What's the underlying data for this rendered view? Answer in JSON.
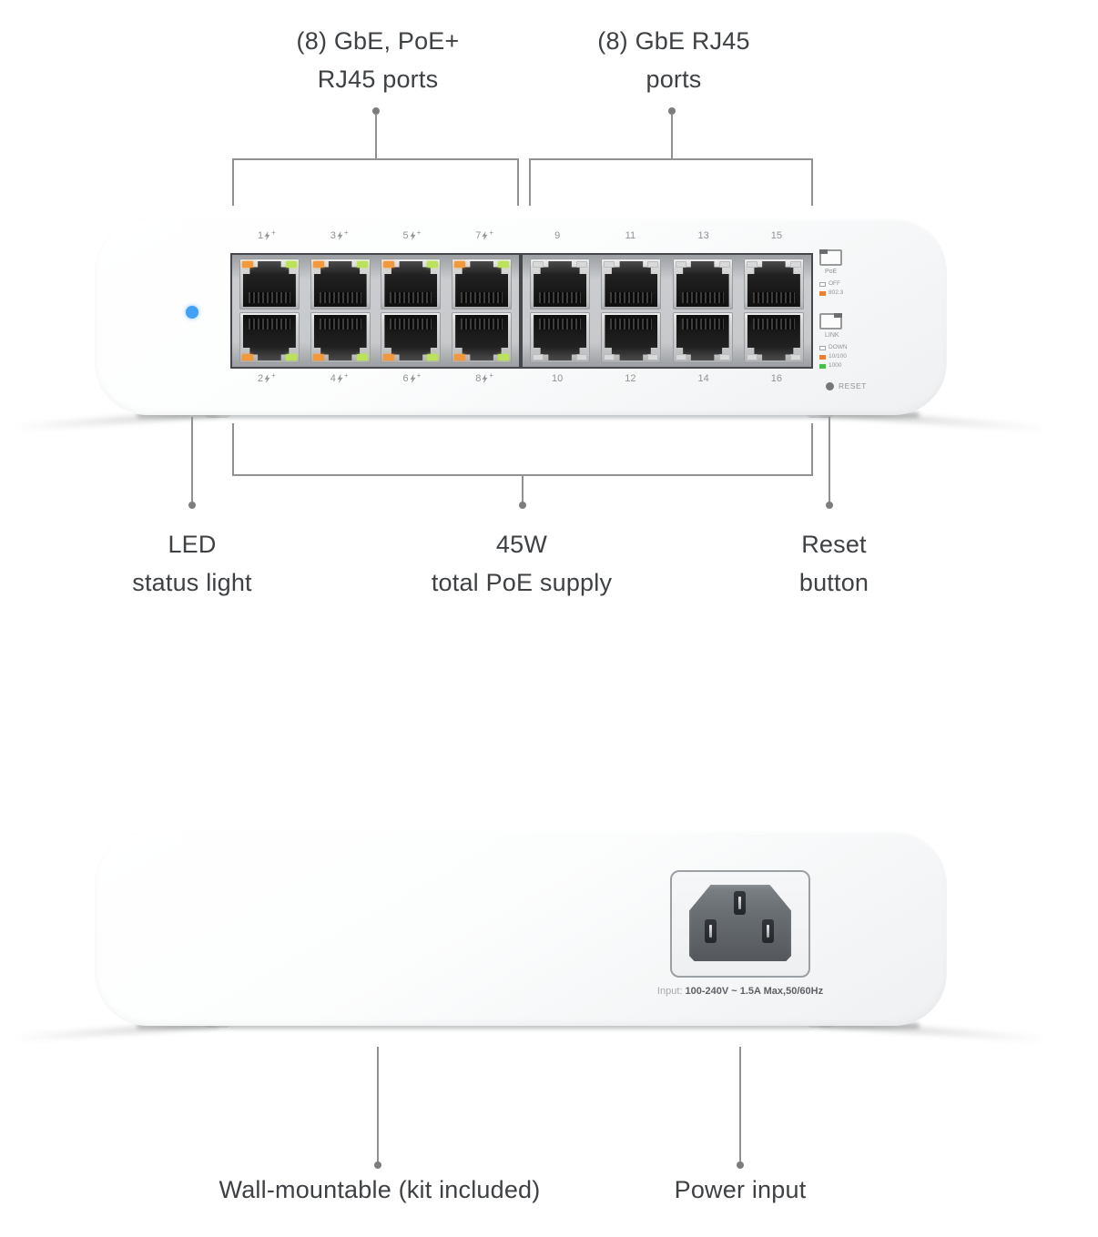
{
  "callouts": {
    "poe_ports": {
      "line1": "(8) GbE, PoE+",
      "line2": "RJ45 ports"
    },
    "gbe_ports": {
      "line1": "(8) GbE RJ45",
      "line2": "ports"
    },
    "led": {
      "line1": "LED",
      "line2": "status light"
    },
    "poe_supply": {
      "line1": "45W",
      "line2": "total PoE supply"
    },
    "reset": {
      "line1": "Reset",
      "line2": "button"
    },
    "wall_mount": {
      "label": "Wall-mountable (kit included)"
    },
    "power_input": {
      "label": "Power input"
    }
  },
  "front": {
    "groups": [
      {
        "poe": true,
        "top_ports": [
          "1",
          "3",
          "5",
          "7"
        ],
        "bottom_ports": [
          "2",
          "4",
          "6",
          "8"
        ]
      },
      {
        "poe": false,
        "top_ports": [
          "9",
          "11",
          "13",
          "15"
        ],
        "bottom_ports": [
          "10",
          "12",
          "14",
          "16"
        ]
      }
    ],
    "legend": {
      "poe": {
        "title": "PoE",
        "items": [
          {
            "label": "OFF"
          },
          {
            "label": "802.3"
          }
        ]
      },
      "link": {
        "title": "LINK",
        "items": [
          {
            "label": "DOWN"
          },
          {
            "label": "10/100"
          },
          {
            "label": "1000"
          }
        ]
      },
      "reset_label": "RESET"
    }
  },
  "back": {
    "power_label_prefix": "Input:",
    "power_label_value": "100-240V ~ 1.5A Max,50/60Hz"
  },
  "colors": {
    "status_led_blue": "#42a0f5",
    "poe_led_orange": "#f2993e",
    "link_led_lime": "#bce25b",
    "legend_orange": "#ee7f2d",
    "legend_green": "#43c243",
    "callout_line_gray": "#8f9193",
    "label_text": "#3e4144"
  }
}
